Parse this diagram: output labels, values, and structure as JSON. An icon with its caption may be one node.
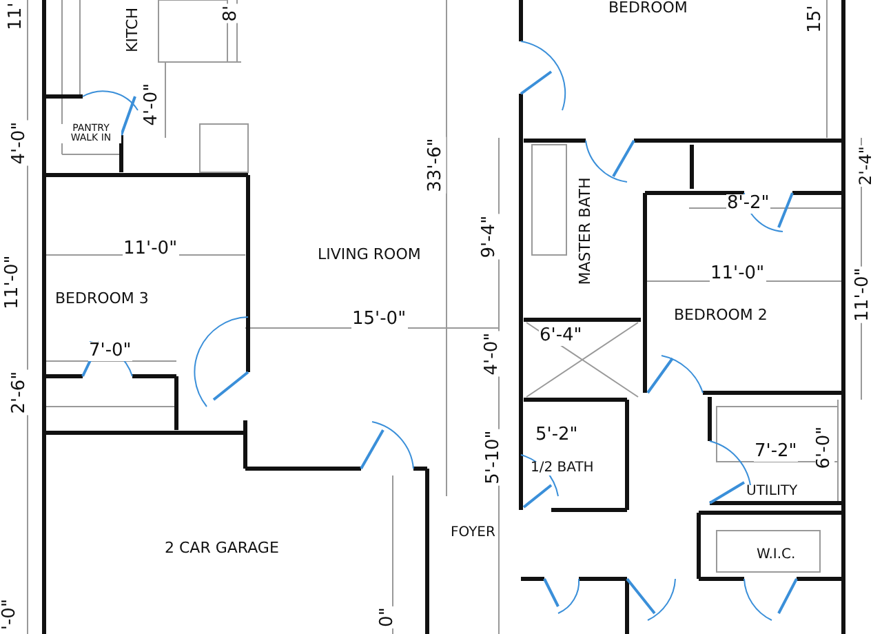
{
  "diagram": {
    "labels": [
      "11'",
      "KITCH",
      "8'",
      "BEDROOM",
      "15'",
      "4'-0\"",
      "4'-0\"",
      "PANTRY WALK IN",
      "33'-6\"",
      "2'-4\"",
      "9'-4\"",
      "MASTER BATH",
      "8'-2\"",
      "11'-0\"",
      "LIVING ROOM",
      "11'-0\"",
      "BEDROOM 3",
      "11'-0\"",
      "15'-0\"",
      "BEDROOM 2",
      "11'-0\"",
      "6'-4\"",
      "4'-0\"",
      "7'-0\"",
      "2'-6\"",
      "5'-2\"",
      "7'-2\"",
      "6'-0\"",
      "5'-10\"",
      "1/2 BATH",
      "UTILITY",
      "FOYER",
      "2 CAR GARAGE",
      "W.I.C.",
      "'-0\"",
      "0\""
    ]
  }
}
